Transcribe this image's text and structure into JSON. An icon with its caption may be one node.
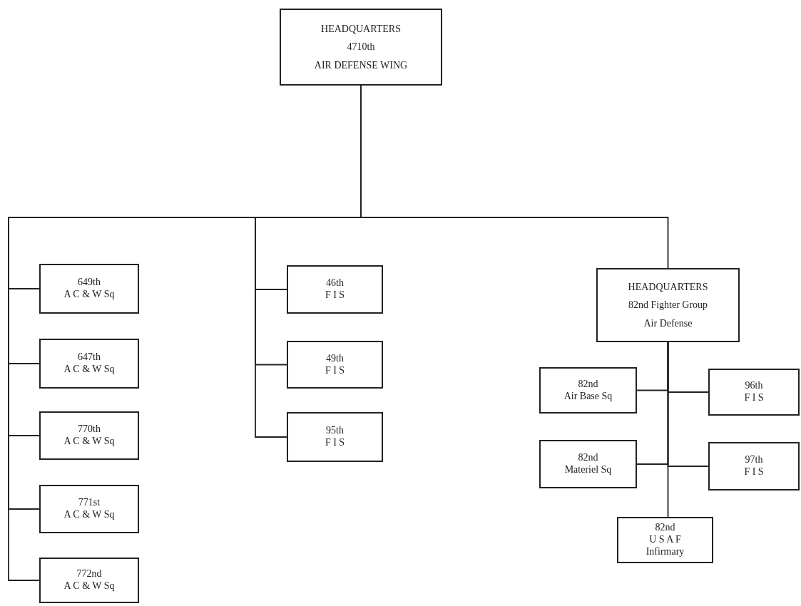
{
  "diagram": {
    "nodes": [
      {
        "text": [
          "HEADQUARTERS",
          "4710th",
          "AIR DEFENSE WING"
        ]
      },
      {
        "text": [
          "649th",
          "A C & W Sq"
        ]
      },
      {
        "text": [
          "647th",
          "A C & W Sq"
        ]
      },
      {
        "text": [
          "770th",
          "A C & W Sq"
        ]
      },
      {
        "text": [
          "771st",
          "A C & W Sq"
        ]
      },
      {
        "text": [
          "772nd",
          "A C & W Sq"
        ]
      },
      {
        "text": [
          "46th",
          "F I S"
        ]
      },
      {
        "text": [
          "49th",
          "F I S"
        ]
      },
      {
        "text": [
          "95th",
          "F I S"
        ]
      },
      {
        "text": [
          "HEADQUARTERS",
          "82nd Fighter Group",
          "Air Defense"
        ]
      },
      {
        "text": [
          "82nd",
          "Air Base Sq"
        ]
      },
      {
        "text": [
          "96th",
          "F I S"
        ]
      },
      {
        "text": [
          "82nd",
          "Materiel Sq"
        ]
      },
      {
        "text": [
          "97th",
          "F I S"
        ]
      },
      {
        "text": [
          "82nd",
          "U S A F",
          "Infirmary"
        ]
      }
    ],
    "edges": [
      {
        "from": 0,
        "to": 1,
        "arrow": "none"
      },
      {
        "from": 0,
        "to": 2,
        "arrow": "none"
      },
      {
        "from": 0,
        "to": 3,
        "arrow": "none"
      },
      {
        "from": 0,
        "to": 4,
        "arrow": "none"
      },
      {
        "from": 0,
        "to": 5,
        "arrow": "none"
      },
      {
        "from": 0,
        "to": 6,
        "arrow": "none"
      },
      {
        "from": 0,
        "to": 7,
        "arrow": "none"
      },
      {
        "from": 0,
        "to": 8,
        "arrow": "none"
      },
      {
        "from": 0,
        "to": 9,
        "arrow": "none"
      },
      {
        "from": 9,
        "to": 10,
        "arrow": "none"
      },
      {
        "from": 9,
        "to": 11,
        "arrow": "none"
      },
      {
        "from": 9,
        "to": 12,
        "arrow": "none"
      },
      {
        "from": 9,
        "to": 13,
        "arrow": "none"
      },
      {
        "from": 9,
        "to": 14,
        "arrow": "none"
      }
    ]
  }
}
